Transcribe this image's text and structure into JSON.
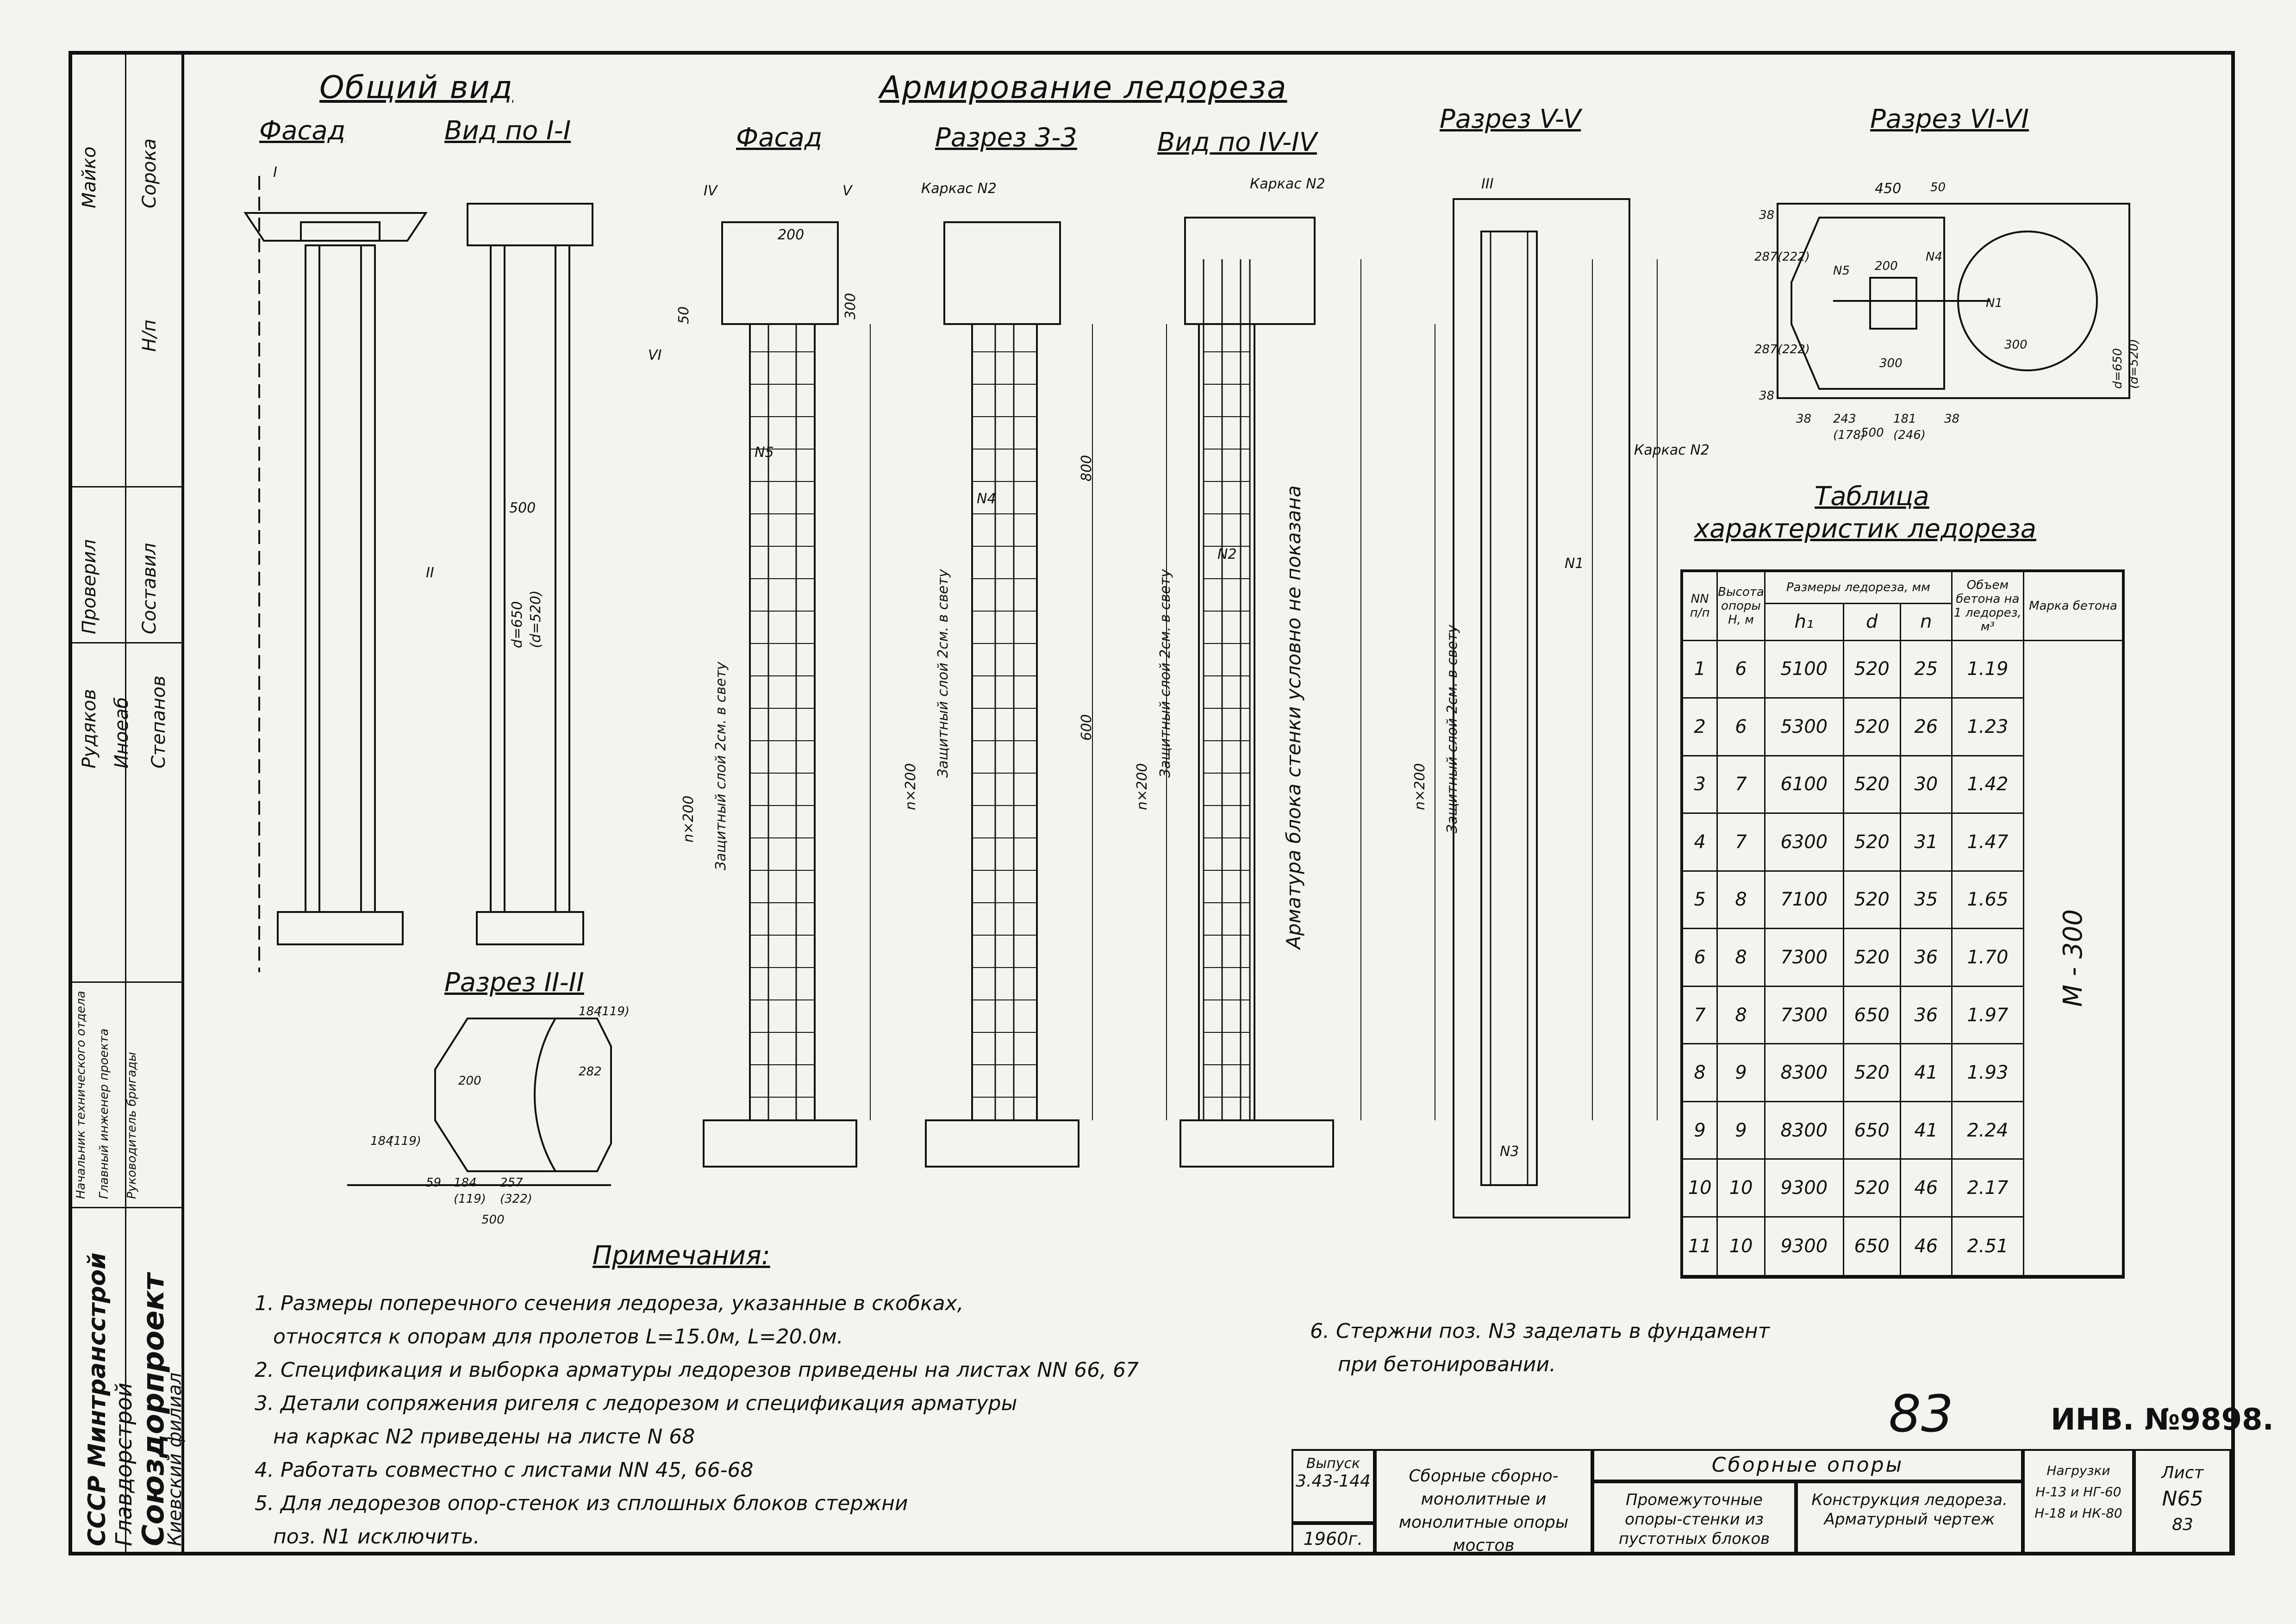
{
  "titles": {
    "general_view": "Общий вид",
    "reinforcement": "Армирование ледореза",
    "facade": "Фасад",
    "view_1_1": "Вид по I-I",
    "facade2": "Фасад",
    "section_3_3": "Разрез 3-3",
    "view_4_4": "Вид по IV-IV",
    "section_5_5": "Разрез V-V",
    "section_6_6": "Разрез VI-VI",
    "section_2_2": "Разрез II-II",
    "table_title_1": "Таблица",
    "table_title_2": "характеристик ледореза",
    "notes_title": "Примечания:"
  },
  "labels": {
    "karkas_n2_a": "Каркас N2",
    "karkas_n2_b": "Каркас N2",
    "karkas_n2_c": "Каркас N2",
    "prot_layer_1": "Защитный слой 2см. в свету",
    "prot_layer_2": "Защитный слой 2см. в свету",
    "prot_layer_3": "Защитный слой 2см. в свету",
    "prot_layer_4": "Защитный слой 2см. в свету",
    "n200_1": "n×200",
    "n200_2": "n×200",
    "n200_3": "n×200",
    "n200_4": "n×200",
    "armatura_note": "Арматура блока стенки условно не показана",
    "bar_n5": "N5",
    "bar_n4": "N4",
    "bar_n2": "N2",
    "bar_n1": "N1",
    "bar_n3": "N3",
    "dim_200": "200",
    "dim_300": "300",
    "dim_50": "50",
    "dim_800": "800",
    "dim_500": "500",
    "dim_450": "450",
    "d650": "d=650",
    "d520": "(d=520)",
    "dim_600": "600",
    "roman_1": "I",
    "roman_2": "II",
    "roman_3": "III",
    "roman_4": "IV",
    "roman_5": "V",
    "roman_6": "VI",
    "dims_2_2": [
      "184",
      "(119)",
      "282",
      "184",
      "(119)",
      "59",
      "184",
      "(119)",
      "257",
      "(322)",
      "500",
      "200"
    ],
    "dims_6_6": [
      "450",
      "50",
      "38",
      "287",
      "(222)",
      "287",
      "(222)",
      "38",
      "200",
      "300",
      "300",
      "N1",
      "N5",
      "N4",
      "38",
      "243",
      "(178)",
      "181",
      "(246)",
      "38",
      "500",
      "d=650",
      "(d=520)"
    ],
    "concrete_mark": "М - 300"
  },
  "table": {
    "headers": [
      "NN п/п",
      "Высота опоры Н, м",
      "Размеры ледореза, мм",
      "Объем бетона на 1 ледорез, м³",
      "Марка бетона"
    ],
    "sub_headers": [
      "h₁",
      "d",
      "n"
    ],
    "rows": [
      [
        "1",
        "6",
        "5100",
        "520",
        "25",
        "1.19"
      ],
      [
        "2",
        "6",
        "5300",
        "520",
        "26",
        "1.23"
      ],
      [
        "3",
        "7",
        "6100",
        "520",
        "30",
        "1.42"
      ],
      [
        "4",
        "7",
        "6300",
        "520",
        "31",
        "1.47"
      ],
      [
        "5",
        "8",
        "7100",
        "520",
        "35",
        "1.65"
      ],
      [
        "6",
        "8",
        "7300",
        "520",
        "36",
        "1.70"
      ],
      [
        "7",
        "8",
        "7300",
        "650",
        "36",
        "1.97"
      ],
      [
        "8",
        "9",
        "8300",
        "520",
        "41",
        "1.93"
      ],
      [
        "9",
        "9",
        "8300",
        "650",
        "41",
        "2.24"
      ],
      [
        "10",
        "10",
        "9300",
        "520",
        "46",
        "2.17"
      ],
      [
        "11",
        "10",
        "9300",
        "650",
        "46",
        "2.51"
      ]
    ]
  },
  "notes": [
    "1. Размеры поперечного сечения ледореза, указанные в скобках,",
    "относятся к опорам для пролетов L=15.0м, L=20.0м.",
    "2. Спецификация и выборка арматуры ледорезов приведены на листах NN 66, 67",
    "3. Детали сопряжения ригеля с ледорезом и спецификация арматуры",
    "на каркас N2 приведены на листе N 68",
    "4. Работать совместно с листами NN 45, 66-68",
    "5. Для ледорезов опор-стенок из сплошных блоков стержни",
    "поз. N1 исключить.",
    "6. Стержни поз. N3 заделать в фундамент",
    "при бетонировании."
  ],
  "sheet_number_hand": "83",
  "inv_number": "ИНВ. №9898.",
  "title_block": {
    "vypusk_label": "Выпуск",
    "vypusk_value": "3.43-144",
    "year": "1960г.",
    "col1": "Сборные сборно-монолитные и монолитные опоры мостов",
    "header": "Сборные опоры",
    "col2": "Промежуточные опоры-стенки из пустотных блоков",
    "col3": "Конструкция ледореза. Арматурный чертеж",
    "loads_label": "Нагрузки",
    "loads_1": "Н-13 и НГ-60",
    "loads_2": "Н-18 и НК-80",
    "list_label": "Лист",
    "list_value": "N65",
    "list_page": "83"
  },
  "left_stamp": {
    "org_1": "СССР Минтрансстрой",
    "org_2": "Главдорстрой",
    "org_3": "Союздорпроект",
    "org_4": "Киевский филиал",
    "roles": [
      "Начальник технического отдела",
      "Главный инженер проекта",
      "Руководитель бригады",
      "Проверил",
      "Составил"
    ],
    "names": [
      "Майко",
      "Сорока",
      "Рудяков",
      "Иноеаб",
      "Степанов",
      "Н/п"
    ]
  }
}
